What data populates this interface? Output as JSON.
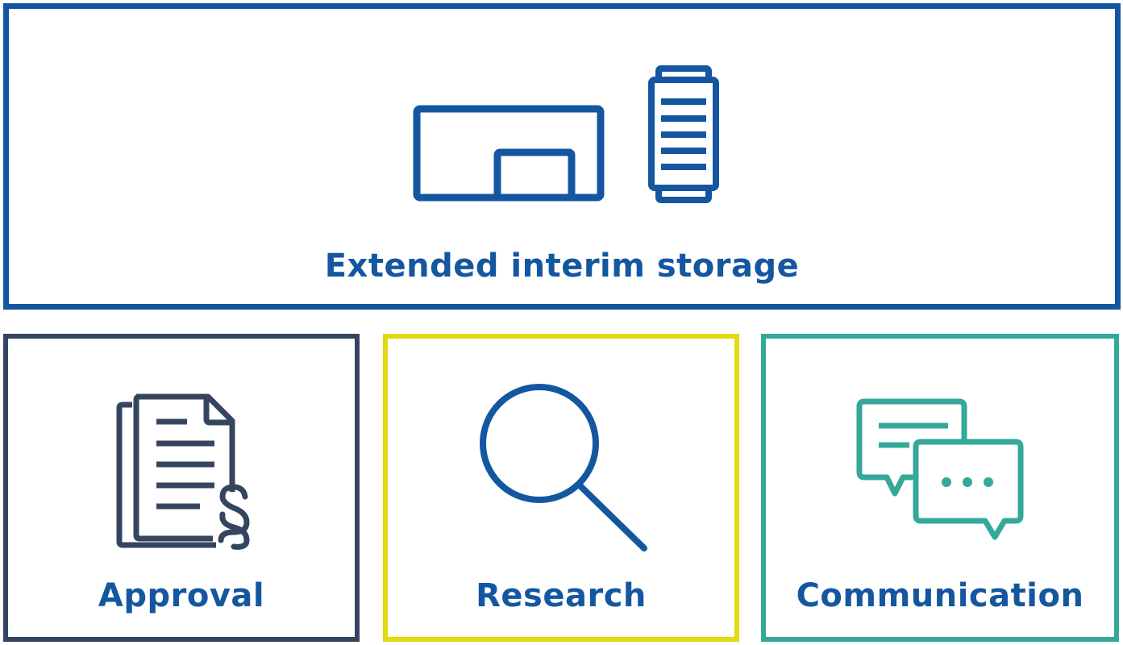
{
  "panels": {
    "top": {
      "label": "Extended interim storage",
      "color": "#1457a0",
      "icons": [
        "storage-building-icon",
        "storage-cask-icon"
      ]
    },
    "approval": {
      "label": "Approval",
      "color": "#35455f",
      "icon": "legal-document-icon"
    },
    "research": {
      "label": "Research",
      "color": "#e3d90c",
      "icon": "magnifier-icon"
    },
    "communication": {
      "label": "Communication",
      "color": "#34a99a",
      "icon": "speech-bubbles-icon"
    }
  },
  "text_color": "#1457a0"
}
